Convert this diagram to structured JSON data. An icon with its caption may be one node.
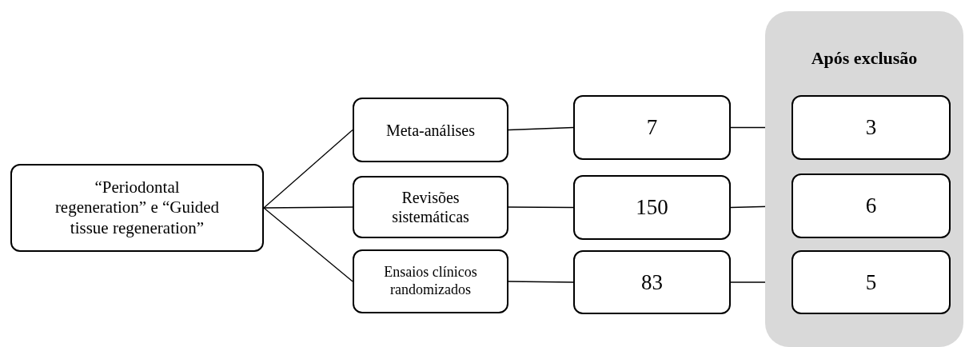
{
  "diagram": {
    "nodes": [
      {
        "text": [
          "“Periodontal regeneration” e “Guided tissue regeneration”"
        ]
      },
      {
        "text": [
          "Meta-análises"
        ]
      },
      {
        "text": [
          "Revisões sistemáticas"
        ]
      },
      {
        "text": [
          "Ensaios clínicos randomizados"
        ]
      },
      {
        "text": [
          "7"
        ]
      },
      {
        "text": [
          "150"
        ]
      },
      {
        "text": [
          "83"
        ]
      },
      {
        "text": [
          "Após exclusão"
        ]
      },
      {
        "text": [
          "3"
        ],
        "in": 7
      },
      {
        "text": [
          "6"
        ],
        "in": 7
      },
      {
        "text": [
          "5"
        ],
        "in": 7
      }
    ],
    "edges": [
      {
        "from": 0,
        "to": 1,
        "arrow": "none"
      },
      {
        "from": 0,
        "to": 2,
        "arrow": "none"
      },
      {
        "from": 0,
        "to": 3,
        "arrow": "none"
      },
      {
        "from": 1,
        "to": 4,
        "arrow": "none"
      },
      {
        "from": 2,
        "to": 5,
        "arrow": "none"
      },
      {
        "from": 3,
        "to": 6,
        "arrow": "none"
      },
      {
        "from": 4,
        "to": 8,
        "arrow": "none"
      },
      {
        "from": 5,
        "to": 9,
        "arrow": "none"
      },
      {
        "from": 6,
        "to": 10,
        "arrow": "none"
      }
    ]
  }
}
